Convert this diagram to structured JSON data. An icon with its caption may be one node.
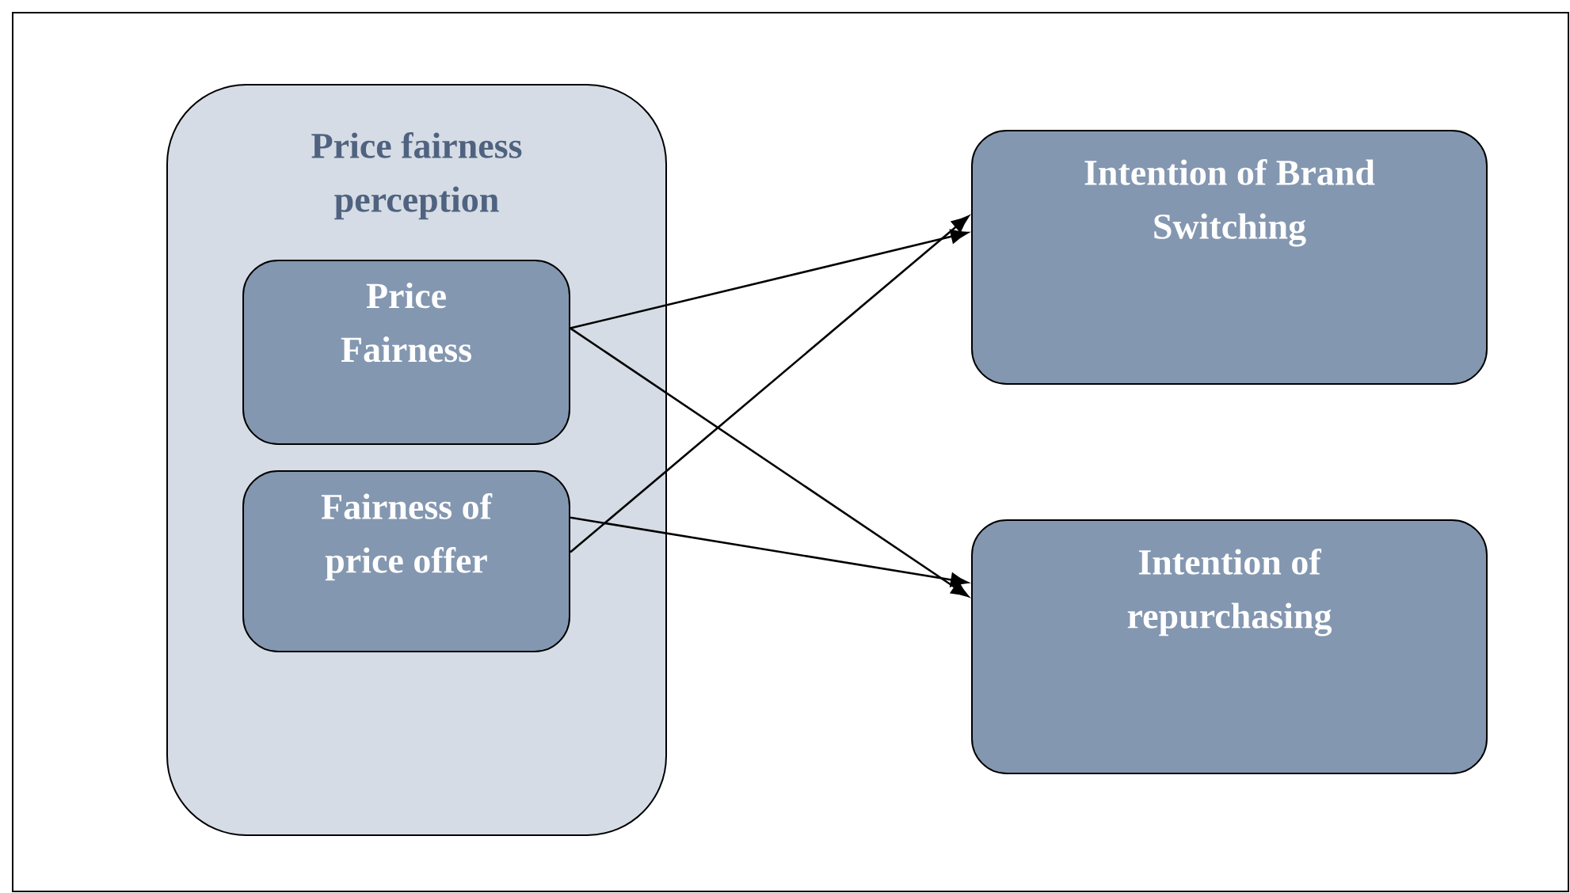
{
  "diagram": {
    "nodes": [
      {
        "text": [
          "Price fairness perception"
        ]
      },
      {
        "text": [
          "Price Fairness"
        ],
        "in": 0
      },
      {
        "text": [
          "Fairness of price offer"
        ],
        "in": 0
      },
      {
        "text": [
          "Intention of Brand Switching"
        ]
      },
      {
        "text": [
          "Intention of repurchasing"
        ]
      }
    ],
    "edges": [
      {
        "from": 1,
        "to": 3,
        "arrow": "to"
      },
      {
        "from": 1,
        "to": 4,
        "arrow": "to"
      },
      {
        "from": 2,
        "to": 3,
        "arrow": "to"
      },
      {
        "from": 2,
        "to": 4,
        "arrow": "to"
      }
    ]
  }
}
